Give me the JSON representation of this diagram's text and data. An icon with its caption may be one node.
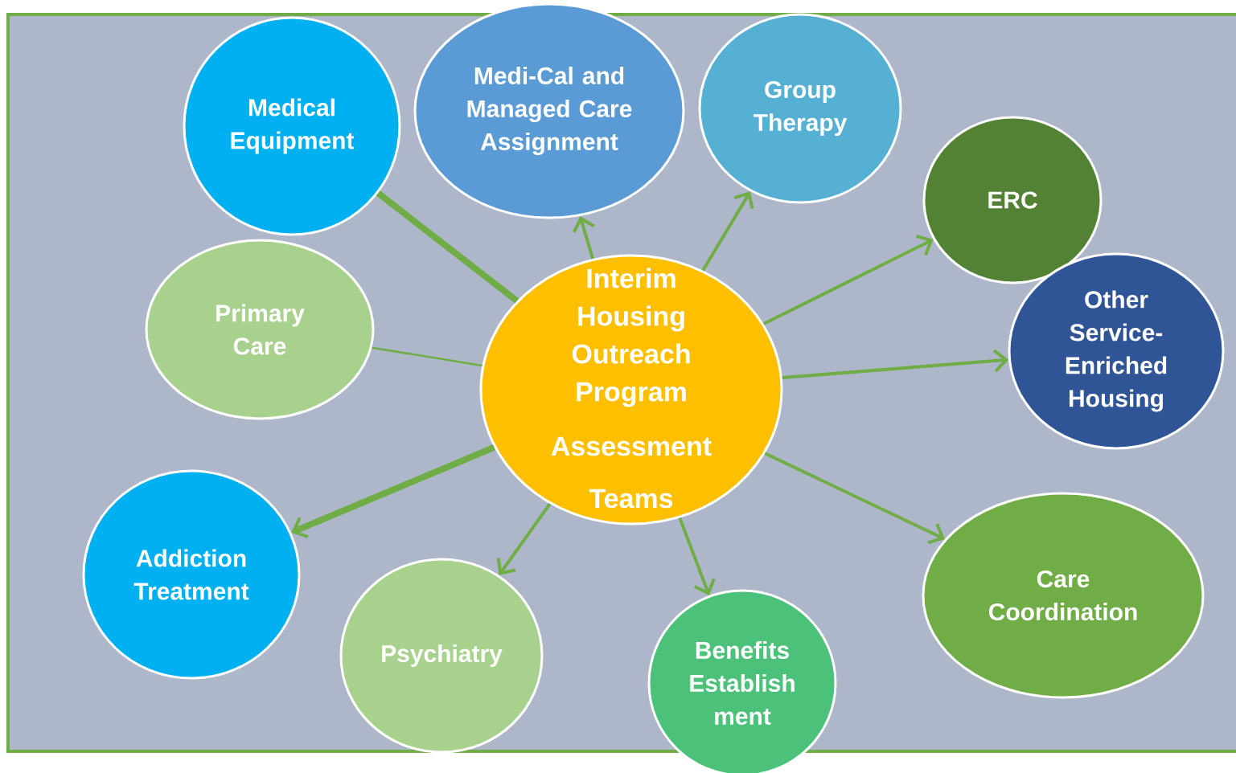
{
  "diagram": {
    "nodes": [
      {
        "text": [
          "Interim Housing Outreach Program",
          "Assessment Teams"
        ]
      },
      {
        "text": [
          "Medical Equipment"
        ]
      },
      {
        "text": [
          "Medi-Cal and Managed Care Assignment"
        ]
      },
      {
        "text": [
          "Group Therapy"
        ]
      },
      {
        "text": [
          "ERC"
        ]
      },
      {
        "text": [
          "Other Service-Enriched Housing"
        ]
      },
      {
        "text": [
          "Primary Care"
        ]
      },
      {
        "text": [
          "Addiction Treatment"
        ]
      },
      {
        "text": [
          "Psychiatry"
        ]
      },
      {
        "text": [
          "Benefits Establish ment"
        ]
      },
      {
        "text": [
          "Care Coordination"
        ]
      }
    ],
    "edges": [
      {
        "from": 0,
        "to": 1,
        "arrow": "none",
        "style": "thick"
      },
      {
        "from": 0,
        "to": 2,
        "arrow": "to"
      },
      {
        "from": 0,
        "to": 3,
        "arrow": "to"
      },
      {
        "from": 0,
        "to": 4,
        "arrow": "to"
      },
      {
        "from": 0,
        "to": 5,
        "arrow": "to"
      },
      {
        "from": 6,
        "to": 0,
        "arrow": "none"
      },
      {
        "from": 0,
        "to": 7,
        "arrow": "to",
        "style": "thick"
      },
      {
        "from": 0,
        "to": 8,
        "arrow": "to"
      },
      {
        "from": 0,
        "to": 9,
        "arrow": "to"
      },
      {
        "from": 0,
        "to": 10,
        "arrow": "to"
      }
    ]
  }
}
